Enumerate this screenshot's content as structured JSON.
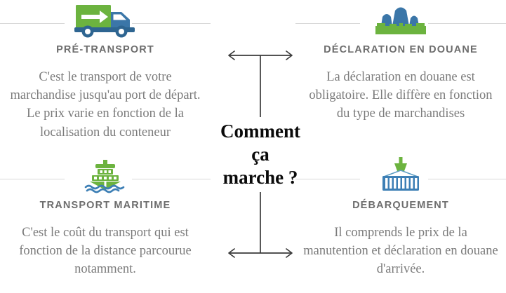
{
  "center": {
    "title_line1": "Comment",
    "title_line2": "ça",
    "title_line3": "marche ?",
    "connector_top_name": "double-arrow-top",
    "connector_bottom_name": "double-arrow-bottom"
  },
  "colors": {
    "green": "#6cb33f",
    "green_dark": "#5aa832",
    "blue": "#3b76a8",
    "blue_dark": "#2e6591",
    "blue_wave": "#3d7fb5",
    "heading_gray": "#6d6d6d",
    "body_gray": "#7b7b7b",
    "rule_gray": "#d8d8d8",
    "title_black": "#0a0a0a",
    "background": "#ffffff"
  },
  "steps": [
    {
      "id": "pre-transport",
      "position": "top-left",
      "icon": "truck-icon",
      "title": "PRÉ-TRANSPORT",
      "body": "C'est le transport de votre marchandise jusqu'au port de départ. Le prix varie en fonction de la localisation du conteneur"
    },
    {
      "id": "declaration-en-douane",
      "position": "top-right",
      "icon": "customs-officers-icon",
      "title": "DÉCLARATION EN DOUANE",
      "body": "La déclaration en douane est obligatoire. Elle diffère en fonction du type de marchandises"
    },
    {
      "id": "transport-maritime",
      "position": "bottom-left",
      "icon": "ship-icon",
      "title": "TRANSPORT MARITIME",
      "body": "C'est le coût du transport qui est fonction de la distance parcourue notamment."
    },
    {
      "id": "debarquement",
      "position": "bottom-right",
      "icon": "container-crane-icon",
      "title": "DÉBARQUEMENT",
      "body": "Il comprends le prix de la manutention et déclaration en douane d'arrivée."
    }
  ]
}
